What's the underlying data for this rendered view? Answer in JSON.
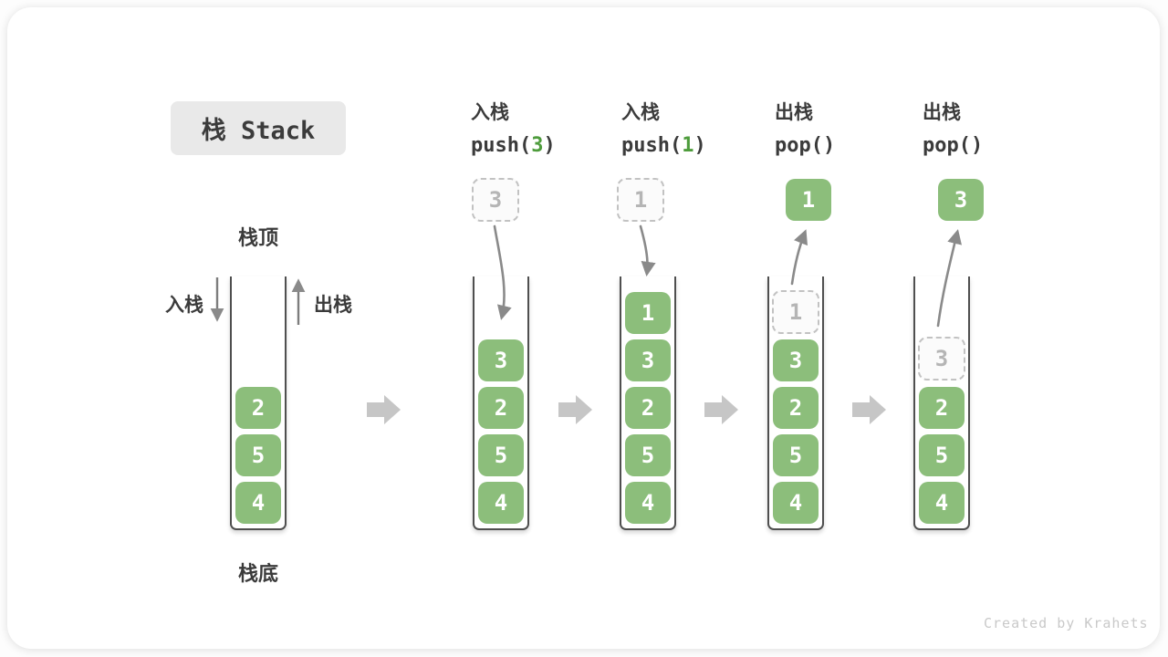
{
  "title_box": {
    "label": "栈 Stack"
  },
  "legend": {
    "stack_top": "栈顶",
    "stack_bottom": "栈底",
    "push": "入栈",
    "pop": "出栈"
  },
  "states": [
    {
      "name": "initial",
      "blocks": [
        "2",
        "5",
        "4"
      ]
    },
    {
      "name": "push-3",
      "op_label": "入栈",
      "code_pre": "push(",
      "code_arg": "3",
      "code_post": ")",
      "floating_value": "3",
      "blocks": [
        "3",
        "2",
        "5",
        "4"
      ]
    },
    {
      "name": "push-1",
      "op_label": "入栈",
      "code_pre": "push(",
      "code_arg": "1",
      "code_post": ")",
      "floating_value": "1",
      "blocks": [
        "1",
        "3",
        "2",
        "5",
        "4"
      ]
    },
    {
      "name": "pop-1",
      "op_label": "出栈",
      "code": "pop()",
      "floating_value": "1",
      "ghost_value": "1",
      "blocks": [
        "3",
        "2",
        "5",
        "4"
      ]
    },
    {
      "name": "pop-3",
      "op_label": "出栈",
      "code": "pop()",
      "floating_value": "3",
      "ghost_value": "3",
      "blocks": [
        "2",
        "5",
        "4"
      ]
    }
  ],
  "watermark": "Created by Krahets",
  "colors": {
    "block_green": "#8CBE7B",
    "code_arg_green": "#4E9C3C",
    "flow_arrow_gray": "#8A8A8A",
    "step_arrow_gray": "#C6C6C6",
    "container_border": "#4F4F4F",
    "ghost_gray": "#B5B5B5",
    "title_box_bg": "#E9E9E9",
    "text_dark": "#3B3B3B"
  },
  "icons": {
    "step_arrow": "right-block-arrow",
    "push_arrow": "down-arrow",
    "pop_arrow": "up-arrow"
  }
}
